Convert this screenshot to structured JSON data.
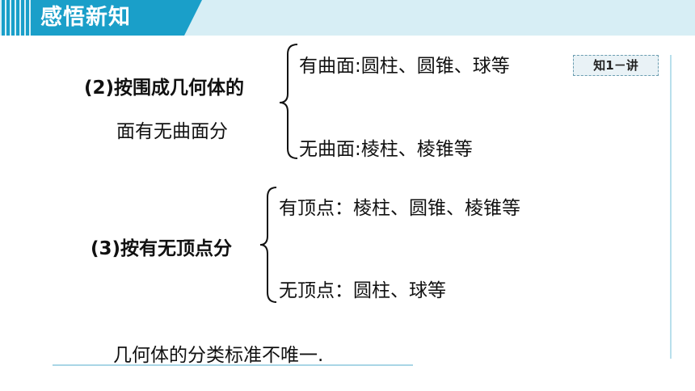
{
  "header": {
    "title": "感悟新知"
  },
  "badge": {
    "label": "知1－讲"
  },
  "section2": {
    "label_line1": "(2)按围成几何体的",
    "label_line2": "面有无曲面分",
    "item1": "有曲面:圆柱、圆锥、球等",
    "item2": "无曲面:棱柱、棱锥等"
  },
  "section3": {
    "label": "(3)按有无顶点分",
    "item1": "有顶点：棱柱、圆锥、棱锥等",
    "item2": "无顶点：圆柱、球等"
  },
  "note": "几何体的分类标准不唯一."
}
